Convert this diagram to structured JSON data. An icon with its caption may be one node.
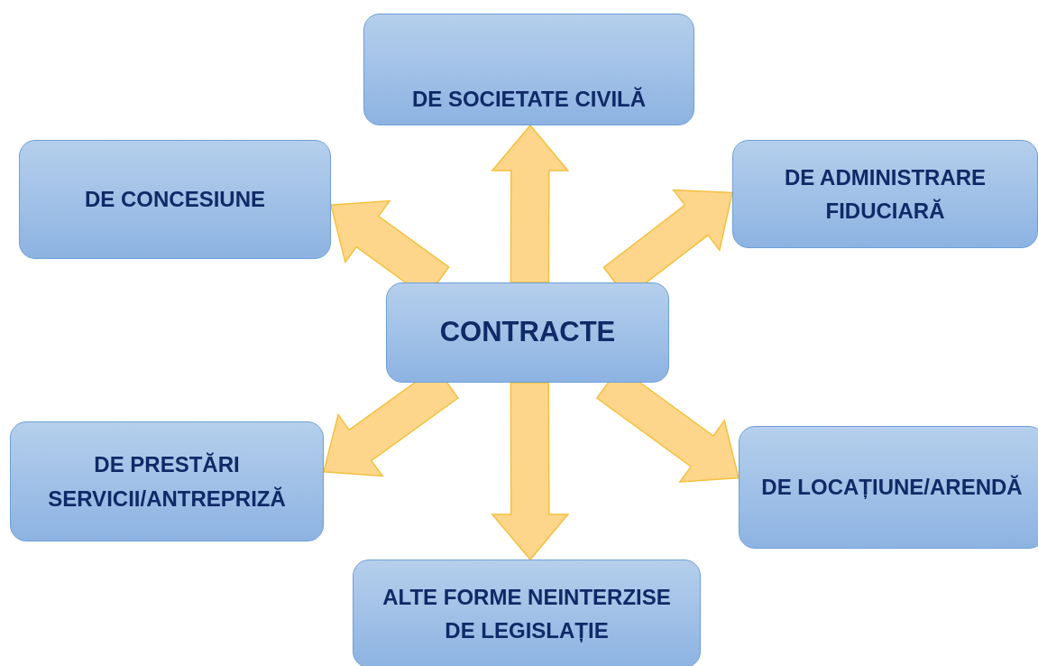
{
  "diagram": {
    "nodes": [
      {
        "text": [
          "DE SOCIETATE CIVILĂ"
        ]
      },
      {
        "text": [
          "DE CONCESIUNE"
        ]
      },
      {
        "text": [
          "DE ADMINISTRARE FIDUCIARĂ"
        ]
      },
      {
        "text": [
          "CONTRACTE"
        ]
      },
      {
        "text": [
          "DE PRESTĂRI SERVICII/ANTREPRIZĂ"
        ]
      },
      {
        "text": [
          "DE LOCAȚIUNE/ARENDĂ"
        ]
      },
      {
        "text": [
          "ALTE FORME NEINTERZISE DE LEGISLAȚIE"
        ]
      }
    ],
    "edges": [
      {
        "from": 3,
        "to": 0,
        "arrow": "to"
      },
      {
        "from": 3,
        "to": 1,
        "arrow": "to"
      },
      {
        "from": 3,
        "to": 2,
        "arrow": "to"
      },
      {
        "from": 3,
        "to": 4,
        "arrow": "to"
      },
      {
        "from": 3,
        "to": 5,
        "arrow": "to"
      },
      {
        "from": 3,
        "to": 6,
        "arrow": "to"
      }
    ]
  }
}
